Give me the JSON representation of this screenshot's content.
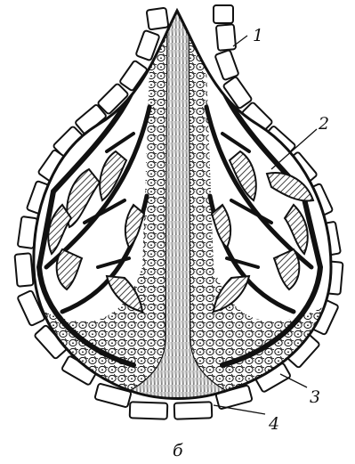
{
  "figure": {
    "labels": [
      "1",
      "2",
      "3",
      "4"
    ],
    "caption": "б"
  }
}
